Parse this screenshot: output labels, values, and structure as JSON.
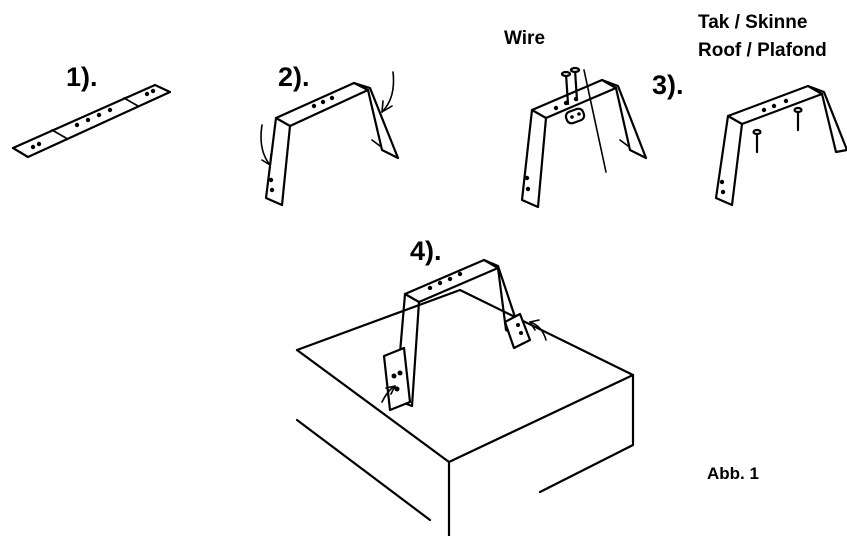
{
  "labels": {
    "step1": "1).",
    "step2": "2).",
    "step3": "3).",
    "step4": "4).",
    "wire": "Wire",
    "mount_line1": "Tak / Skinne",
    "mount_line2": "Roof / Plafond",
    "figure": "Abb. 1"
  },
  "colors": {
    "ink": "#000000",
    "background": "#ffffff"
  }
}
